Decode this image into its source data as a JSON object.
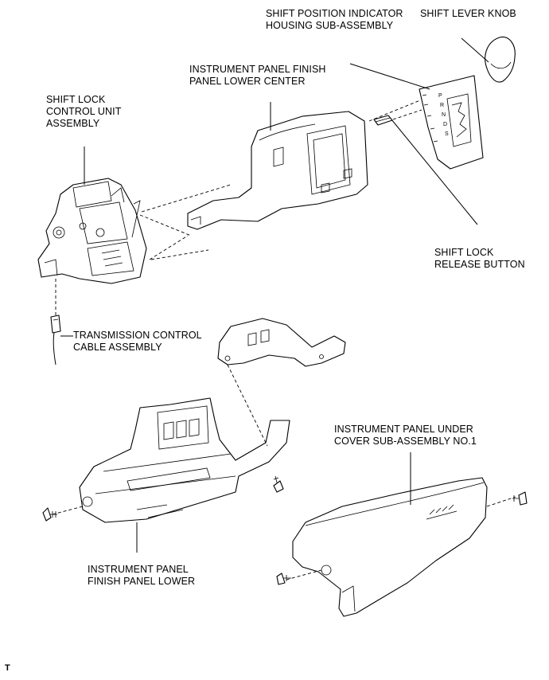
{
  "labels": {
    "shift_position_indicator": [
      "SHIFT POSITION INDICATOR",
      "HOUSING SUB-ASSEMBLY"
    ],
    "shift_lever_knob": [
      "SHIFT LEVER KNOB"
    ],
    "finish_panel_lower_center": [
      "INSTRUMENT PANEL FINISH",
      "PANEL LOWER CENTER"
    ],
    "shift_lock_control_unit": [
      "SHIFT LOCK",
      "CONTROL UNIT",
      "ASSEMBLY"
    ],
    "shift_lock_release_button": [
      "SHIFT LOCK",
      "RELEASE BUTTON"
    ],
    "transmission_control_cable": [
      "TRANSMISSION CONTROL",
      "CABLE ASSEMBLY"
    ],
    "under_cover_no1": [
      "INSTRUMENT PANEL UNDER",
      "COVER SUB-ASSEMBLY NO.1"
    ],
    "finish_panel_lower": [
      "INSTRUMENT PANEL",
      "FINISH PANEL LOWER"
    ]
  },
  "indicator_letters": [
    "P",
    "R",
    "N",
    "D",
    "S"
  ],
  "footer": {
    "mark": "T"
  }
}
